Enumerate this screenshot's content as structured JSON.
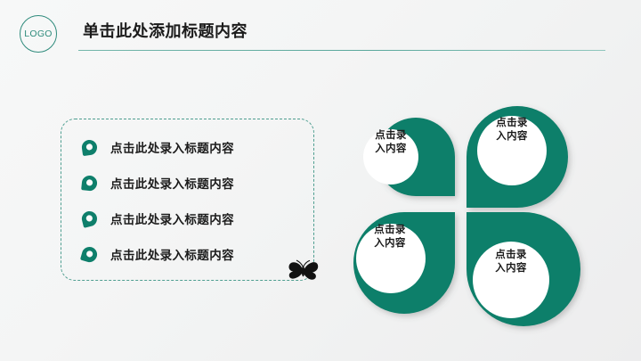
{
  "header": {
    "logo_label": "LOGO",
    "title": "单击此处添加标题内容",
    "accent_color": "#2e8b7c",
    "rule_color": "#5aa89c"
  },
  "left_panel": {
    "border_color": "#4e9e90",
    "bullet_color": "#0e7f6b",
    "items": [
      {
        "label": "点击此处录入标题内容",
        "icon": "location-pin-icon"
      },
      {
        "label": "点击此处录入标题内容",
        "icon": "location-pin-icon"
      },
      {
        "label": "点击此处录入标题内容",
        "icon": "location-pin-icon"
      },
      {
        "label": "点击此处录入标题内容",
        "icon": "location-pin-icon"
      }
    ],
    "decoration": {
      "icon": "butterfly-icon",
      "color": "#121212"
    }
  },
  "clover": {
    "petal_color": "#0e7f6b",
    "bubble_color": "#ffffff",
    "petals": [
      {
        "position": "top-left",
        "label": "点击录\n入内容"
      },
      {
        "position": "top-right",
        "label": "点击录\n入内容"
      },
      {
        "position": "bottom-left",
        "label": "点击录\n入内容"
      },
      {
        "position": "bottom-right",
        "label": "点击录\n入内容"
      }
    ]
  }
}
